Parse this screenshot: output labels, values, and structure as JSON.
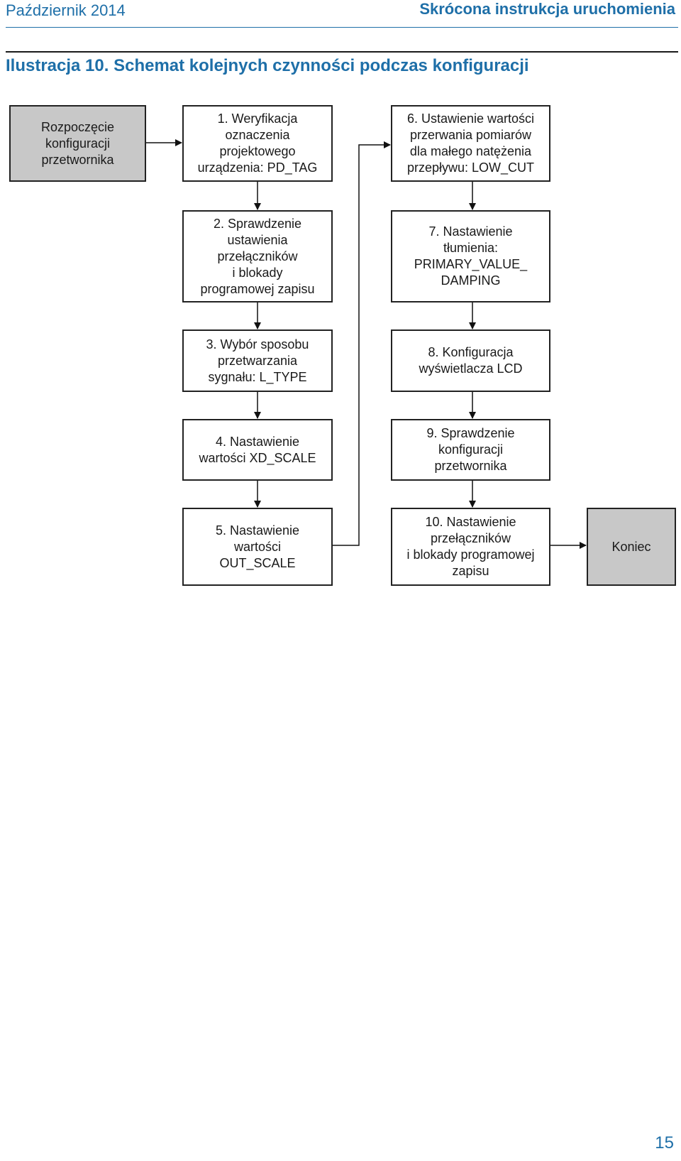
{
  "header": {
    "date": "Październik 2014",
    "doc_title": "Skrócona instrukcja uruchomienia"
  },
  "figure": {
    "title": "Ilustracja 10. Schemat kolejnych czynności podczas konfiguracji"
  },
  "steps": {
    "start": "Rozpoczęcie\nkonfiguracji\nprzetwornika",
    "s1": "1. Weryfikacja\noznaczenia\nprojektowego\nurządzenia: PD_TAG",
    "s2": "2. Sprawdzenie\nustawienia\nprzełączników\ni blokady\nprogramowej zapisu",
    "s3": "3. Wybór sposobu\nprzetwarzania\nsygnału: L_TYPE",
    "s4": "4. Nastawienie\nwartości XD_SCALE",
    "s5": "5. Nastawienie\nwartości\nOUT_SCALE",
    "s6": "6. Ustawienie wartości\nprzerwania pomiarów\ndla małego natężenia\nprzepływu: LOW_CUT",
    "s7": "7. Nastawienie\ntłumienia:\nPRIMARY_VALUE_\nDAMPING",
    "s8": "8. Konfiguracja\nwyświetlacza LCD",
    "s9": "9. Sprawdzenie\nkonfiguracji\nprzetwornika",
    "s10": "10. Nastawienie\nprzełączników\ni blokady programowej\nzapisu",
    "end": "Koniec"
  },
  "page": {
    "number": "15"
  }
}
